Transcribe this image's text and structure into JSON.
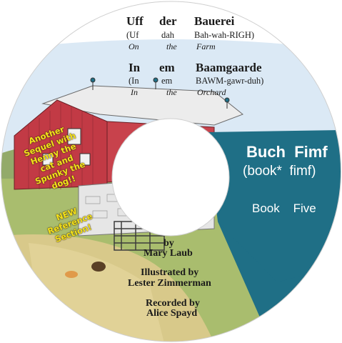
{
  "colors": {
    "panel": "#1f6f86",
    "barn_red": "#c0313f",
    "sky": "#c9dff0",
    "grass": "#a5b96a",
    "promo": "#f4e21a"
  },
  "heading": {
    "line1": {
      "words": [
        "Uff",
        "der",
        "Bauerei"
      ],
      "pron": [
        "(Uf",
        "dah",
        "Bah-wah-RIGH)"
      ],
      "gloss": [
        "On",
        "the",
        "Farm"
      ]
    },
    "line2": {
      "words": [
        "In",
        "em",
        "Baamgaarde"
      ],
      "pron": [
        "(In",
        "em",
        "BAWM-gawr-duh)"
      ],
      "gloss": [
        "In",
        "the",
        "Orchard"
      ]
    }
  },
  "book": {
    "title": "Buch  Fimf",
    "pron": "(book*  fimf)",
    "english": "Book    Five"
  },
  "promo": {
    "sequel": [
      "Another",
      "Sequel with",
      "Henny the",
      "cat and",
      "Spunky the",
      "dog!!"
    ],
    "reference": [
      "NEW",
      "Reference",
      "Section!"
    ]
  },
  "credits": {
    "by": "by",
    "author": "Mary Laub",
    "illustrated": "Illustrated by",
    "illustrator": "Lester Zimmerman",
    "recorded": "Recorded by",
    "narrator": "Alice Spayd"
  }
}
